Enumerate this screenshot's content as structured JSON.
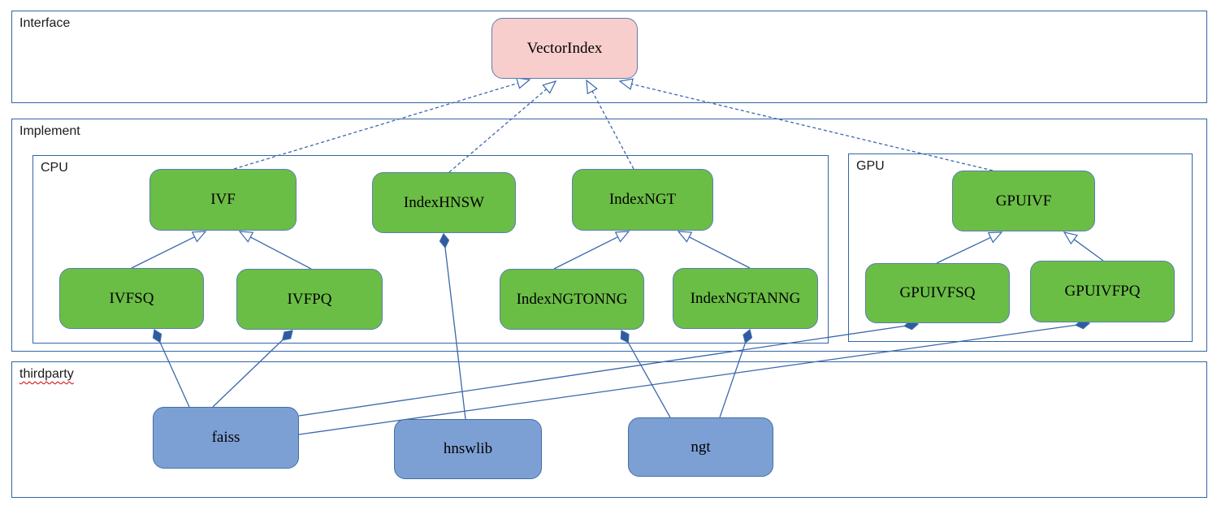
{
  "diagram": {
    "containers": [
      {
        "id": "interface",
        "label": "Interface",
        "misspelled": false
      },
      {
        "id": "implement",
        "label": "Implement",
        "misspelled": false
      },
      {
        "id": "cpu",
        "label": "CPU",
        "misspelled": false
      },
      {
        "id": "gpu",
        "label": "GPU",
        "misspelled": false
      },
      {
        "id": "thirdparty",
        "label": "thirdparty",
        "misspelled": true
      }
    ],
    "nodes": [
      {
        "id": "VectorIndex",
        "label": "VectorIndex",
        "kind": "interface"
      },
      {
        "id": "IVF",
        "label": "IVF",
        "kind": "implement"
      },
      {
        "id": "IndexHNSW",
        "label": "IndexHNSW",
        "kind": "implement"
      },
      {
        "id": "IndexNGT",
        "label": "IndexNGT",
        "kind": "implement"
      },
      {
        "id": "IVFSQ",
        "label": "IVFSQ",
        "kind": "implement"
      },
      {
        "id": "IVFPQ",
        "label": "IVFPQ",
        "kind": "implement"
      },
      {
        "id": "IndexNGTONNG",
        "label": "IndexNGTONNG",
        "kind": "implement"
      },
      {
        "id": "IndexNGTANNG",
        "label": "IndexNGTANNG",
        "kind": "implement"
      },
      {
        "id": "GPUIVF",
        "label": "GPUIVF",
        "kind": "implement"
      },
      {
        "id": "GPUIVFSQ",
        "label": "GPUIVFSQ",
        "kind": "implement"
      },
      {
        "id": "GPUIVFPQ",
        "label": "GPUIVFPQ",
        "kind": "implement"
      },
      {
        "id": "faiss",
        "label": "faiss",
        "kind": "thirdparty"
      },
      {
        "id": "hnswlib",
        "label": "hnswlib",
        "kind": "thirdparty"
      },
      {
        "id": "ngt",
        "label": "ngt",
        "kind": "thirdparty"
      }
    ],
    "edges": [
      {
        "from": "IVF",
        "to": "VectorIndex",
        "type": "realization"
      },
      {
        "from": "IndexHNSW",
        "to": "VectorIndex",
        "type": "realization"
      },
      {
        "from": "IndexNGT",
        "to": "VectorIndex",
        "type": "realization"
      },
      {
        "from": "GPUIVF",
        "to": "VectorIndex",
        "type": "realization"
      },
      {
        "from": "IVFSQ",
        "to": "IVF",
        "type": "generalization"
      },
      {
        "from": "IVFPQ",
        "to": "IVF",
        "type": "generalization"
      },
      {
        "from": "IndexNGTONNG",
        "to": "IndexNGT",
        "type": "generalization"
      },
      {
        "from": "IndexNGTANNG",
        "to": "IndexNGT",
        "type": "generalization"
      },
      {
        "from": "GPUIVFSQ",
        "to": "GPUIVF",
        "type": "generalization"
      },
      {
        "from": "GPUIVFPQ",
        "to": "GPUIVF",
        "type": "generalization"
      },
      {
        "from": "faiss",
        "to": "IVFSQ",
        "type": "composition"
      },
      {
        "from": "faiss",
        "to": "IVFPQ",
        "type": "composition"
      },
      {
        "from": "faiss",
        "to": "GPUIVFSQ",
        "type": "composition"
      },
      {
        "from": "faiss",
        "to": "GPUIVFPQ",
        "type": "composition"
      },
      {
        "from": "hnswlib",
        "to": "IndexHNSW",
        "type": "composition"
      },
      {
        "from": "ngt",
        "to": "IndexNGTONNG",
        "type": "composition"
      },
      {
        "from": "ngt",
        "to": "IndexNGTANNG",
        "type": "composition"
      }
    ]
  },
  "colors": {
    "interface_fill": "#f8cecc",
    "implement_fill": "#6bbe45",
    "thirdparty_fill": "#7da0d4",
    "connector": "#3a67ad",
    "diamond_fill": "#2f5c9e",
    "container_border": "#3465a4",
    "misspell_underline": "#cc0000"
  }
}
